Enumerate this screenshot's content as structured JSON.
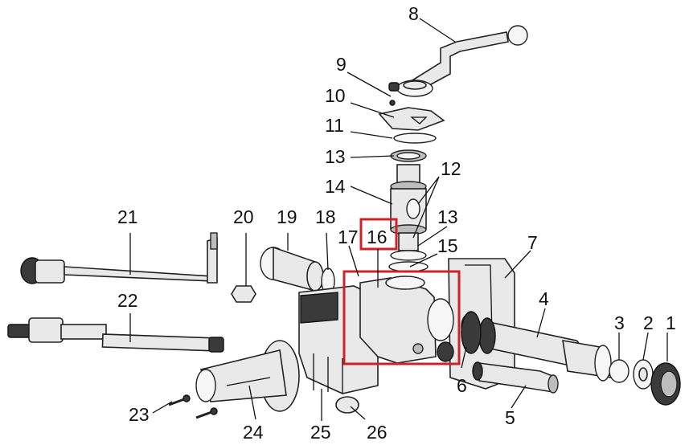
{
  "diagram": {
    "highlight_color": "#cc2229",
    "highlighted_part": "16",
    "callouts": {
      "p1": "1",
      "p2": "2",
      "p3": "3",
      "p4": "4",
      "p5": "5",
      "p6": "6",
      "p7": "7",
      "p8": "8",
      "p9": "9",
      "p10": "10",
      "p11": "11",
      "p12": "12",
      "p13a": "13",
      "p13b": "13",
      "p14": "14",
      "p15": "15",
      "p16": "16",
      "p17": "17",
      "p18": "18",
      "p19": "19",
      "p20": "20",
      "p21": "21",
      "p22": "22",
      "p23": "23",
      "p24": "24",
      "p25": "25",
      "p26": "26"
    }
  }
}
